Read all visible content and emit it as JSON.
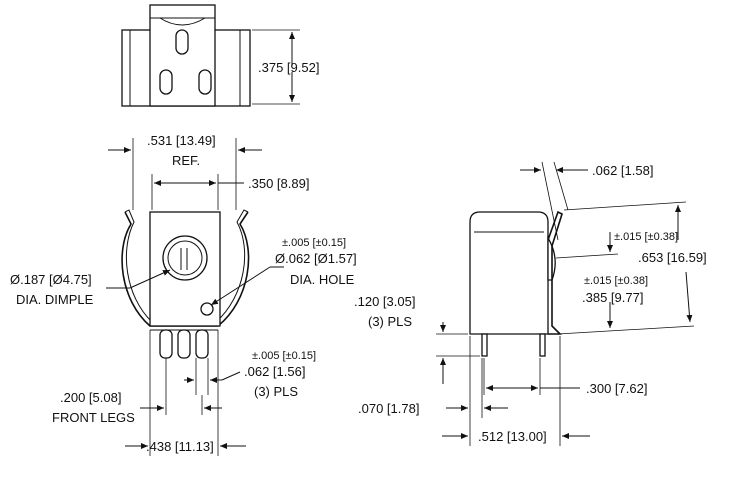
{
  "top_view": {
    "height_dim": ".375 [9.52]"
  },
  "front_view": {
    "width_ref": ".531 [13.49]",
    "ref_label": "REF.",
    "inner_width": ".350 [8.89]",
    "hole_tol": "±.005 [±0.15]",
    "hole_dim": "Ø.062 [Ø1.57]",
    "hole_label": "DIA. HOLE",
    "dimple_dim": "Ø.187 [Ø4.75]",
    "dimple_label": "DIA. DIMPLE",
    "leg_tol": "±.005 [±0.15]",
    "leg_dim": ".062 [1.56]",
    "leg_pls": "(3) PLS",
    "front_legs_dim": ".200 [5.08]",
    "front_legs_label": "FRONT LEGS",
    "base_width": ".438 [11.13]"
  },
  "side_view": {
    "thickness": ".062 [1.58]",
    "tol_upper": "±.015 [±0.38]",
    "overall_height": ".653 [16.59]",
    "tol_lower": "±.015 [±0.38]",
    "dimple_height": ".385 [9.77]",
    "leg_length": ".120 [3.05]",
    "leg_pls": "(3) PLS",
    "leg_offset": ".070 [1.78]",
    "leg_spacing": ".300 [7.62]",
    "body_width": ".512 [13.00]"
  }
}
